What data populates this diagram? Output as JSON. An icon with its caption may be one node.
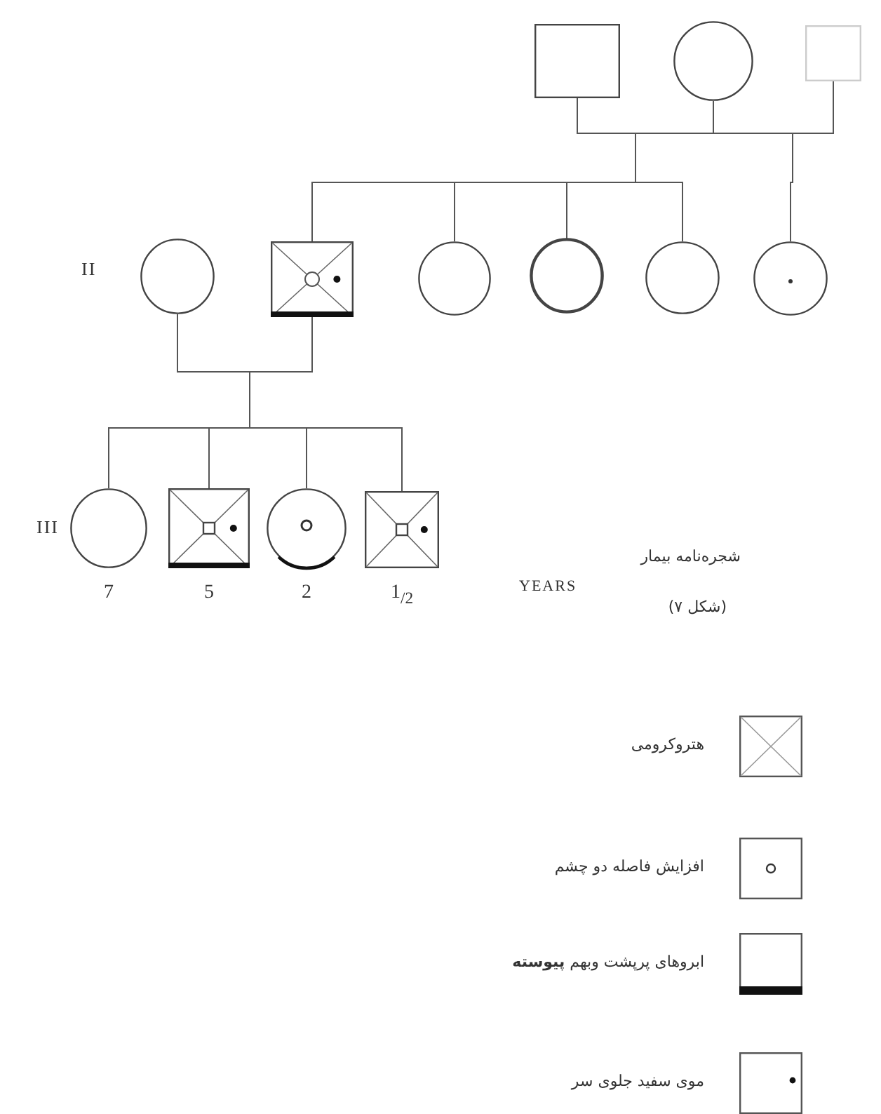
{
  "diagram": {
    "title": "شجره‌نامه بیمار",
    "caption": "(شکل ۷)",
    "nodes": [
      {
        "text": [],
        "shape": "box"
      },
      {
        "text": [],
        "shape": "circle"
      },
      {
        "text": [],
        "shape": "box"
      },
      {
        "text": [],
        "shape": "circle"
      },
      {
        "text": [],
        "shape": "box"
      },
      {
        "text": [],
        "shape": "circle"
      },
      {
        "text": [],
        "shape": "circle"
      },
      {
        "text": [],
        "shape": "circle"
      },
      {
        "text": [],
        "shape": "circle"
      },
      {
        "text": [],
        "shape": "circle",
        "beside": [
          "7"
        ]
      },
      {
        "text": [],
        "shape": "box",
        "beside": [
          "5"
        ]
      },
      {
        "text": [],
        "shape": "circle",
        "beside": [
          "2"
        ]
      },
      {
        "text": [],
        "shape": "box",
        "beside": [
          "1$_{/2}$"
        ]
      }
    ],
    "edges": [
      {
        "from": 0,
        "to": 1,
        "arrow": "none"
      },
      {
        "from": 1,
        "to": 2,
        "arrow": "none"
      },
      {
        "from": 0,
        "to": 4,
        "arrow": "none"
      },
      {
        "from": 1,
        "to": 4,
        "arrow": "none"
      },
      {
        "from": 0,
        "to": 5,
        "arrow": "none"
      },
      {
        "from": 1,
        "to": 5,
        "arrow": "none"
      },
      {
        "from": 0,
        "to": 6,
        "arrow": "none"
      },
      {
        "from": 1,
        "to": 6,
        "arrow": "none"
      },
      {
        "from": 0,
        "to": 7,
        "arrow": "none"
      },
      {
        "from": 1,
        "to": 7,
        "arrow": "none"
      },
      {
        "from": 1,
        "to": 8,
        "arrow": "none"
      },
      {
        "from": 2,
        "to": 8,
        "arrow": "none"
      },
      {
        "from": 3,
        "to": 4,
        "arrow": "none"
      },
      {
        "from": 3,
        "to": 9,
        "arrow": "none"
      },
      {
        "from": 4,
        "to": 9,
        "arrow": "none"
      },
      {
        "from": 3,
        "to": 10,
        "arrow": "none"
      },
      {
        "from": 4,
        "to": 10,
        "arrow": "none"
      },
      {
        "from": 3,
        "to": 11,
        "arrow": "none"
      },
      {
        "from": 4,
        "to": 11,
        "arrow": "none"
      },
      {
        "from": 3,
        "to": 12,
        "arrow": "none"
      },
      {
        "from": 4,
        "to": 12,
        "arrow": "none"
      }
    ],
    "labels": [
      "II",
      "III",
      "YEARS"
    ],
    "legend": [
      {
        "text": "هتروکرومی"
      },
      {
        "text": "افزایش فاصله دو چشم"
      },
      {
        "text": "ابروهای پرپشت وبهم **پیوسته**"
      },
      {
        "text": "موی سفید جلوی سر"
      }
    ]
  }
}
